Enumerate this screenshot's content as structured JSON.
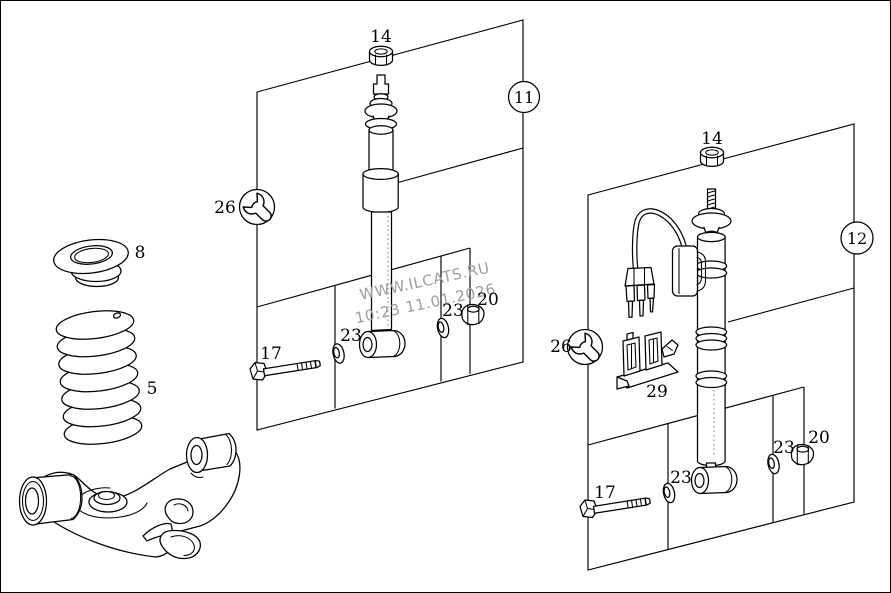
{
  "page": {
    "background": "#ffffff",
    "border_color": "#000000",
    "line_color": "#000000"
  },
  "watermark": {
    "line1": "WWW.ILCATS.RU",
    "line2": "10:23 11.01.2026",
    "color": "#9e9e9e"
  },
  "diagram": {
    "description": "Exploded parts diagram: rear suspension shock absorbers, coil spring and lower control arm",
    "assemblies": [
      {
        "callout": "11",
        "parts": {
          "top_nut": "14",
          "wrench": "26",
          "bolt": "17",
          "washer_a": "23",
          "washer_b": "23",
          "nut": "20"
        }
      },
      {
        "callout": "12",
        "parts": {
          "top_nut": "14",
          "wrench": "26",
          "connector_bracket": "29",
          "bolt": "17",
          "washer_a": "23",
          "washer_b": "23",
          "nut": "20"
        }
      }
    ],
    "standalone_parts": {
      "spring_seat": "8",
      "coil_spring": "5"
    }
  }
}
